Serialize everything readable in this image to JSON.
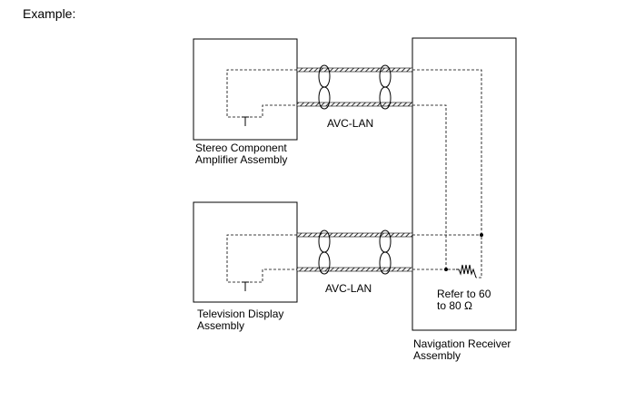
{
  "title": "Example:",
  "components": {
    "amplifier": {
      "line1": "Stereo Component",
      "line2": "Amplifier Assembly"
    },
    "television": {
      "line1": "Television Display",
      "line2": "Assembly"
    },
    "navigation": {
      "line1": "Navigation Receiver",
      "line2": "Assembly"
    }
  },
  "bus_label_top": "AVC-LAN",
  "bus_label_bottom": "AVC-LAN",
  "resistance": {
    "line1": "Refer to 60",
    "line2": "to 80 Ω"
  }
}
